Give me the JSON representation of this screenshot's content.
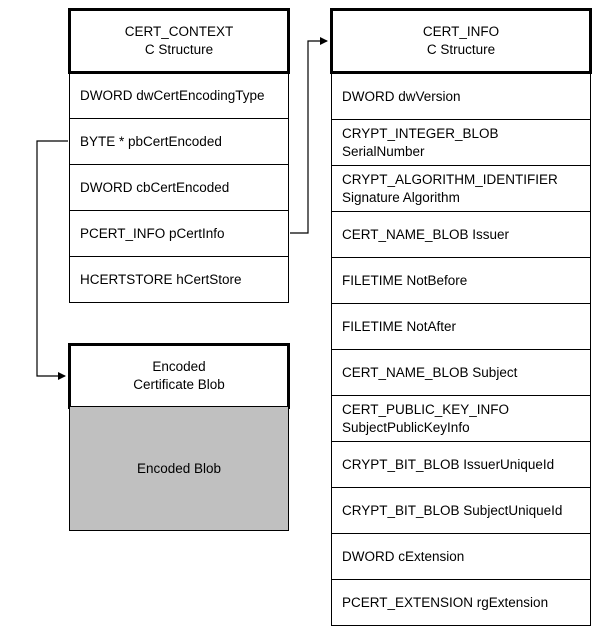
{
  "cert_context": {
    "title": "CERT_CONTEXT",
    "subtitle": "C Structure",
    "fields": [
      "DWORD dwCertEncodingType",
      "BYTE *  pbCertEncoded",
      "DWORD  cbCertEncoded",
      "PCERT_INFO  pCertInfo",
      "HCERTSTORE  hCertStore"
    ]
  },
  "cert_info": {
    "title": "CERT_INFO",
    "subtitle": "C Structure",
    "fields": [
      [
        "DWORD dwVersion"
      ],
      [
        "CRYPT_INTEGER_BLOB",
        "SerialNumber"
      ],
      [
        "CRYPT_ALGORITHM_IDENTIFIER",
        "Signature Algorithm"
      ],
      [
        "CERT_NAME_BLOB Issuer"
      ],
      [
        "FILETIME NotBefore"
      ],
      [
        "FILETIME NotAfter"
      ],
      [
        "CERT_NAME_BLOB Subject"
      ],
      [
        "CERT_PUBLIC_KEY_INFO",
        "SubjectPublicKeyInfo"
      ],
      [
        "CRYPT_BIT_BLOB IssuerUniqueId"
      ],
      [
        "CRYPT_BIT_BLOB SubjectUniqueId"
      ],
      [
        "DWORD cExtension"
      ],
      [
        "PCERT_EXTENSION rgExtension"
      ]
    ]
  },
  "encoded_blob": {
    "title_line1": "Encoded",
    "title_line2": "Certificate Blob",
    "body": "Encoded Blob",
    "body_color": "#c0c0c0"
  },
  "connectors": [
    {
      "from": "cert_context.pCertInfo",
      "to": "cert_info.header"
    },
    {
      "from": "cert_context.pbCertEncoded",
      "to": "encoded_blob.header"
    }
  ]
}
